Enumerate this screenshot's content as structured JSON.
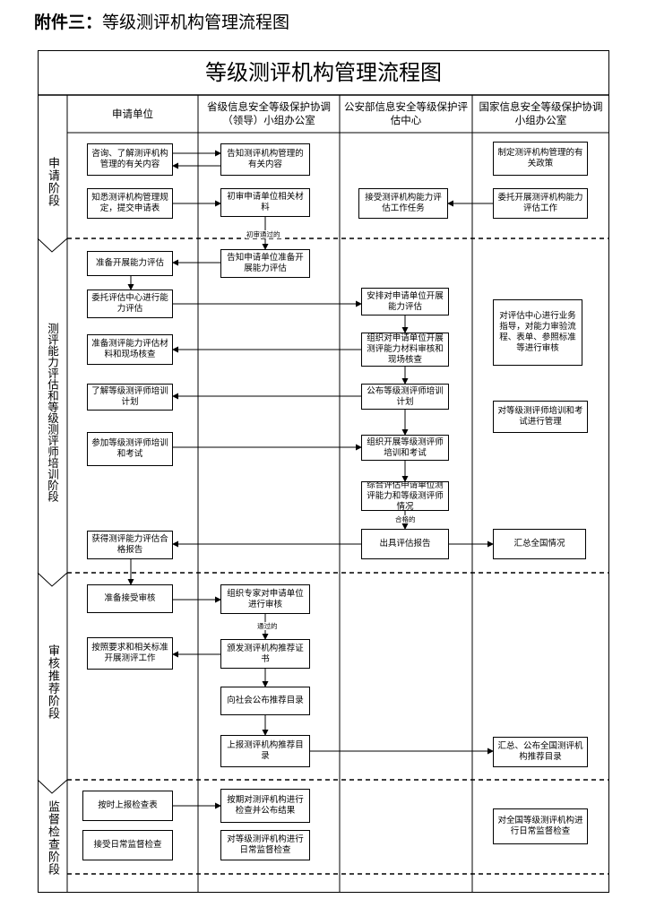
{
  "heading": {
    "prefix": "附件三：",
    "text": "等级测评机构管理流程图"
  },
  "title": "等级测评机构管理流程图",
  "columns": [
    "申请单位",
    "省级信息安全等级保护协调（领导）小组办公室",
    "公安部信息安全等级保护评估中心",
    "国家信息安全等级保护协调小组办公室"
  ],
  "phases": [
    "申请阶段",
    "测评能力评估和等级测评师培训阶段",
    "审核推荐阶段",
    "监督检查阶段"
  ],
  "boxes": {
    "b1": "咨询、了解测评机构管理的有关内容",
    "b2": "告知测评机构管理的有关内容",
    "b3": "制定测评机构管理的有关政策",
    "b4": "知悉测评机构管理规定，提交申请表",
    "b5": "初审申请单位相关材料",
    "b6": "接受测评机构能力评估工作任务",
    "b7": "委托开展测评机构能力评估工作",
    "b8": "准备开展能力评估",
    "b9": "告知申请单位准备开展能力评估",
    "b10": "委托评估中心进行能力评估",
    "b11": "安排对申请单位开展能力评估",
    "b12": "对评估中心进行业务指导，对能力审验流程、表单、参照标准等进行审核",
    "b13": "准备测评能力评估材料和现场核查",
    "b14": "组织对申请单位开展测评能力材料审核和现场核查",
    "b15": "了解等级测评师培训计划",
    "b16": "公布等级测评师培训计划",
    "b17": "对等级测评师培训和考试进行管理",
    "b18": "参加等级测评师培训和考试",
    "b19": "组织开展等级测评师培训和考试",
    "b20": "综合评估申请单位测评能力和等级测评师情况",
    "b21": "获得测评能力评估合格报告",
    "b22": "出具评估报告",
    "b23": "汇总全国情况",
    "b24": "准备接受审核",
    "b25": "组织专家对申请单位进行审核",
    "b26": "按照要求和相关标准开展测评工作",
    "b27": "颁发测评机构推荐证书",
    "b28": "向社会公布推荐目录",
    "b29": "上报测评机构推荐目录",
    "b30": "汇总、公布全国测评机构推荐目录",
    "b31": "按时上报检查表",
    "b32": "按期对测评机构进行检查并公布结果",
    "b33": "对全国等级测评机构进行日常监督检查",
    "b34": "接受日常监督检查",
    "b35": "对等级测评机构进行日常监督检查"
  },
  "notes": {
    "n1": "初审通过的",
    "n2": "合格的",
    "n3": "通过的"
  }
}
